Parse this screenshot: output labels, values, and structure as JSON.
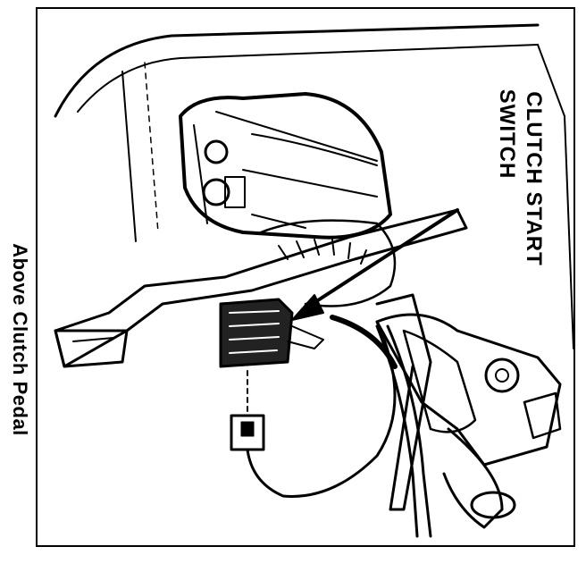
{
  "figure": {
    "callout_lines": [
      "CLUTCH START",
      "SWITCH"
    ],
    "side_caption": "Above Clutch Pedal"
  },
  "colors": {
    "ink": "#000000",
    "paper": "#ffffff"
  }
}
